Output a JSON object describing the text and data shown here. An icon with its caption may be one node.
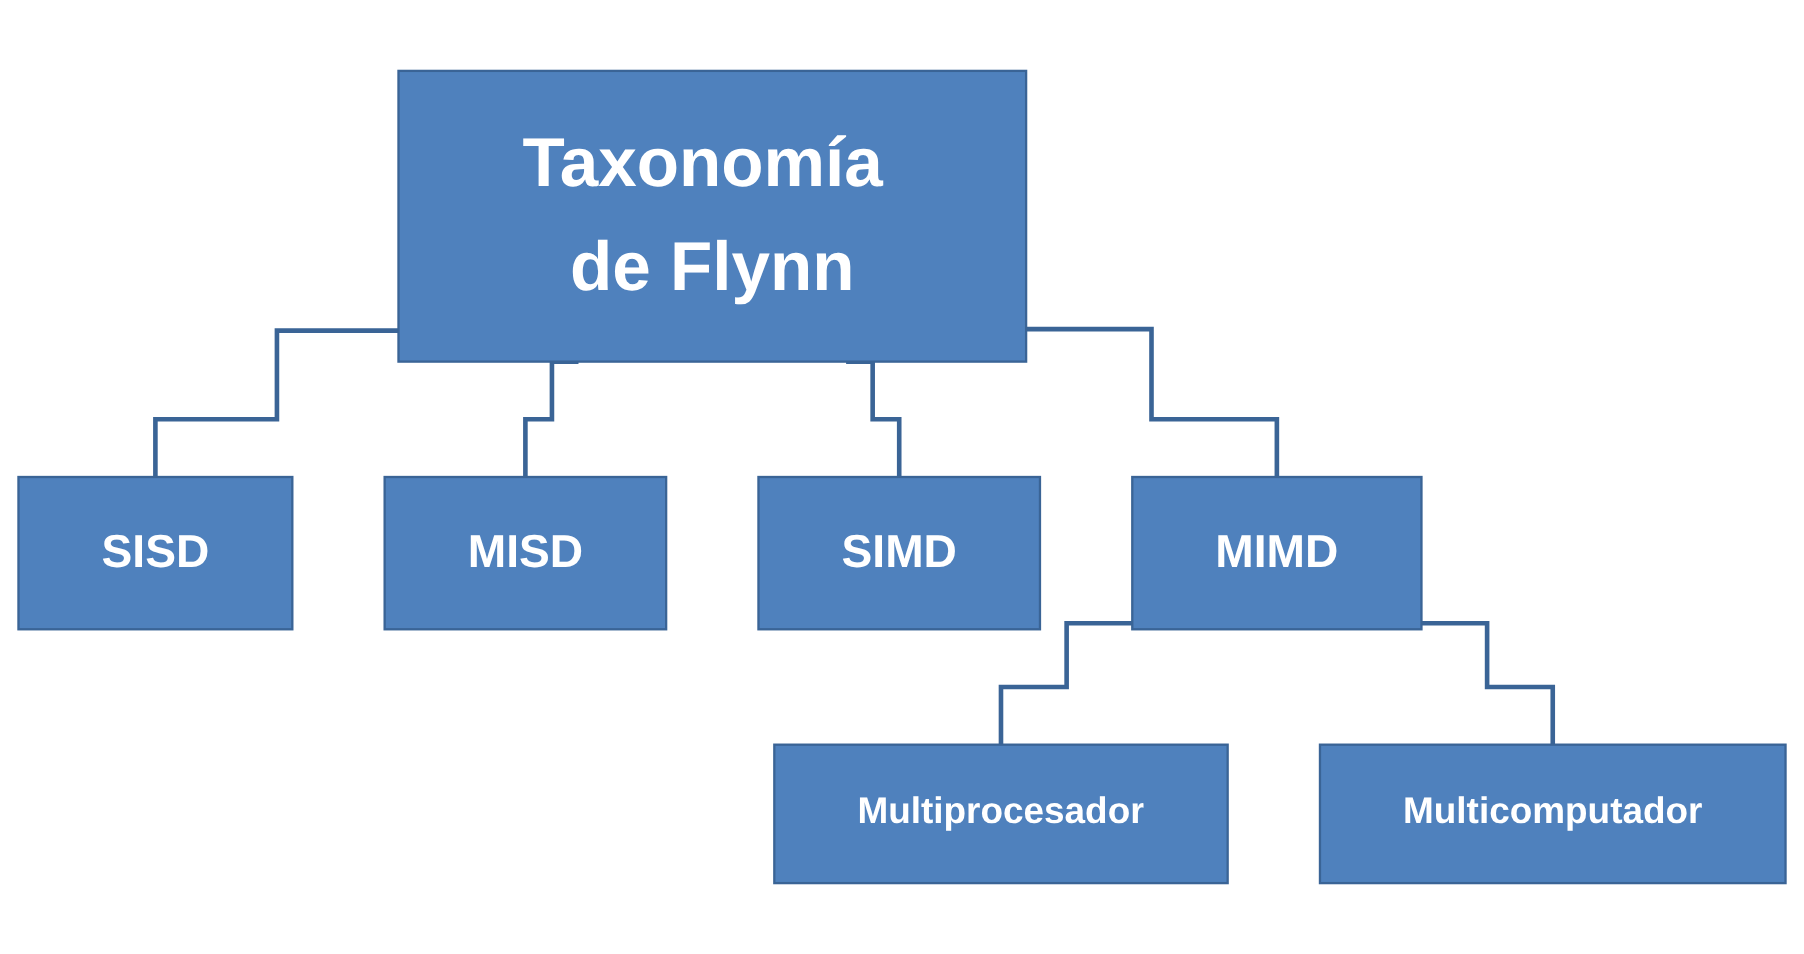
{
  "diagram": {
    "nodes": [
      {
        "text": [
          "Taxonomía de Flynn"
        ]
      },
      {
        "text": [
          "SISD"
        ]
      },
      {
        "text": [
          "MISD"
        ]
      },
      {
        "text": [
          "SIMD"
        ]
      },
      {
        "text": [
          "MIMD"
        ]
      },
      {
        "text": [
          "Multiprocesador"
        ]
      },
      {
        "text": [
          "Multicomputador"
        ]
      }
    ],
    "edges": [
      {
        "from": 0,
        "to": 1,
        "arrow": "none"
      },
      {
        "from": 0,
        "to": 2,
        "arrow": "none"
      },
      {
        "from": 0,
        "to": 3,
        "arrow": "none"
      },
      {
        "from": 0,
        "to": 4,
        "arrow": "none"
      },
      {
        "from": 4,
        "to": 5,
        "arrow": "none"
      },
      {
        "from": 4,
        "to": 6,
        "arrow": "none"
      }
    ]
  }
}
